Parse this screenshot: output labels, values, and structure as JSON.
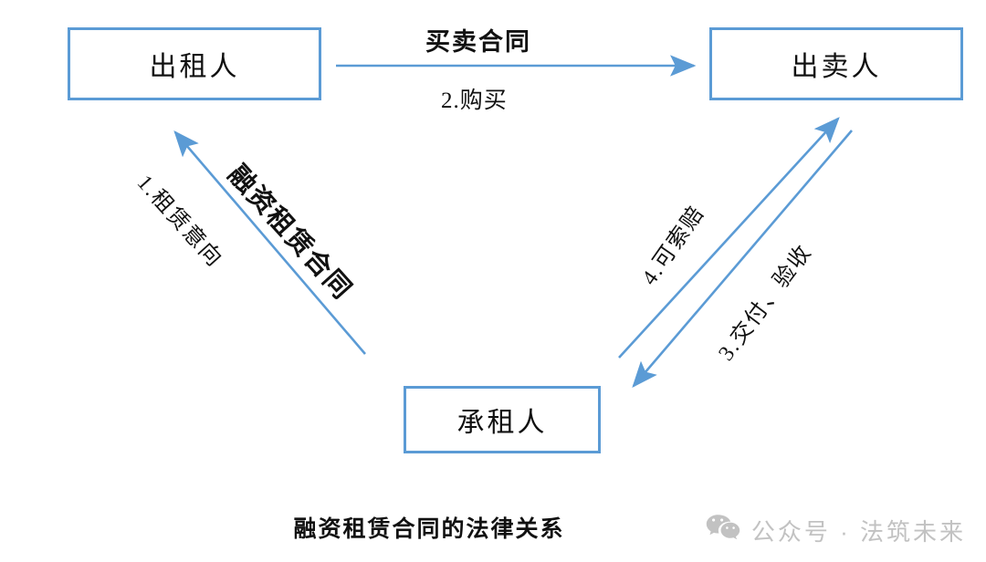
{
  "diagram": {
    "title": "融资租赁合同的法律关系",
    "accent_color": "#5B9BD5",
    "text_color": "#111111",
    "nodes": [
      {
        "id": "lessor",
        "label": "出租人"
      },
      {
        "id": "seller",
        "label": "出卖人"
      },
      {
        "id": "lessee",
        "label": "承租人"
      }
    ],
    "edges": [
      {
        "id": "sales-contract",
        "from": "lessor",
        "to": "seller",
        "label_above": "买卖合同",
        "label_below": "2.购买",
        "direction": "right"
      },
      {
        "id": "lease-intent",
        "from": "lessee",
        "to": "lessor",
        "label": "1.租赁意向",
        "direction": "up-left"
      },
      {
        "id": "finance-lease-contract",
        "from": "lessee",
        "to": "lessor",
        "label": "融资租赁合同",
        "emphasis": "bold"
      },
      {
        "id": "claim",
        "from": "lessee",
        "to": "seller",
        "label": "4.可索赔",
        "direction": "up-right"
      },
      {
        "id": "delivery",
        "from": "seller",
        "to": "lessee",
        "label": "3.交付、验收",
        "direction": "down-left"
      }
    ]
  },
  "watermark": {
    "icon": "wechat-icon",
    "text": "公众号 · 法筑未来"
  }
}
